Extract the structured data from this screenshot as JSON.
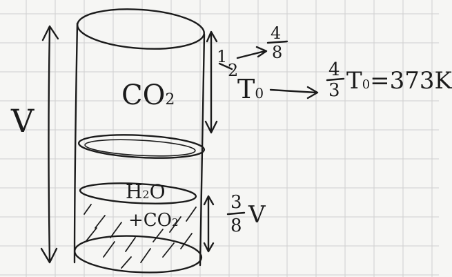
{
  "gas_label": "CO",
  "gas_subscript": "2",
  "volume_symbol": "V",
  "temperature_symbol": "T",
  "temperature_subscript": "0",
  "half_numerator": "1",
  "half_denominator": "2",
  "arrow_result_numerator": "4",
  "arrow_result_denominator": "8",
  "four_thirds_numerator": "4",
  "four_thirds_denominator": "3",
  "final_temperature_expr": "T",
  "final_temperature_sub": "0",
  "final_temperature_value": "=373K",
  "liquid_label_line1": "H",
  "liquid_label_line1_sub": "2",
  "liquid_label_line1_rest": "O",
  "liquid_label_line2": "+CO",
  "liquid_label_line2_sub": "2",
  "liquid_fraction_numerator": "3",
  "liquid_fraction_denominator": "8",
  "liquid_fraction_symbol": "V",
  "colors": {
    "ink": "#1b1b1b",
    "grid": "#c9c9c9",
    "paper": "#f6f6f4"
  }
}
